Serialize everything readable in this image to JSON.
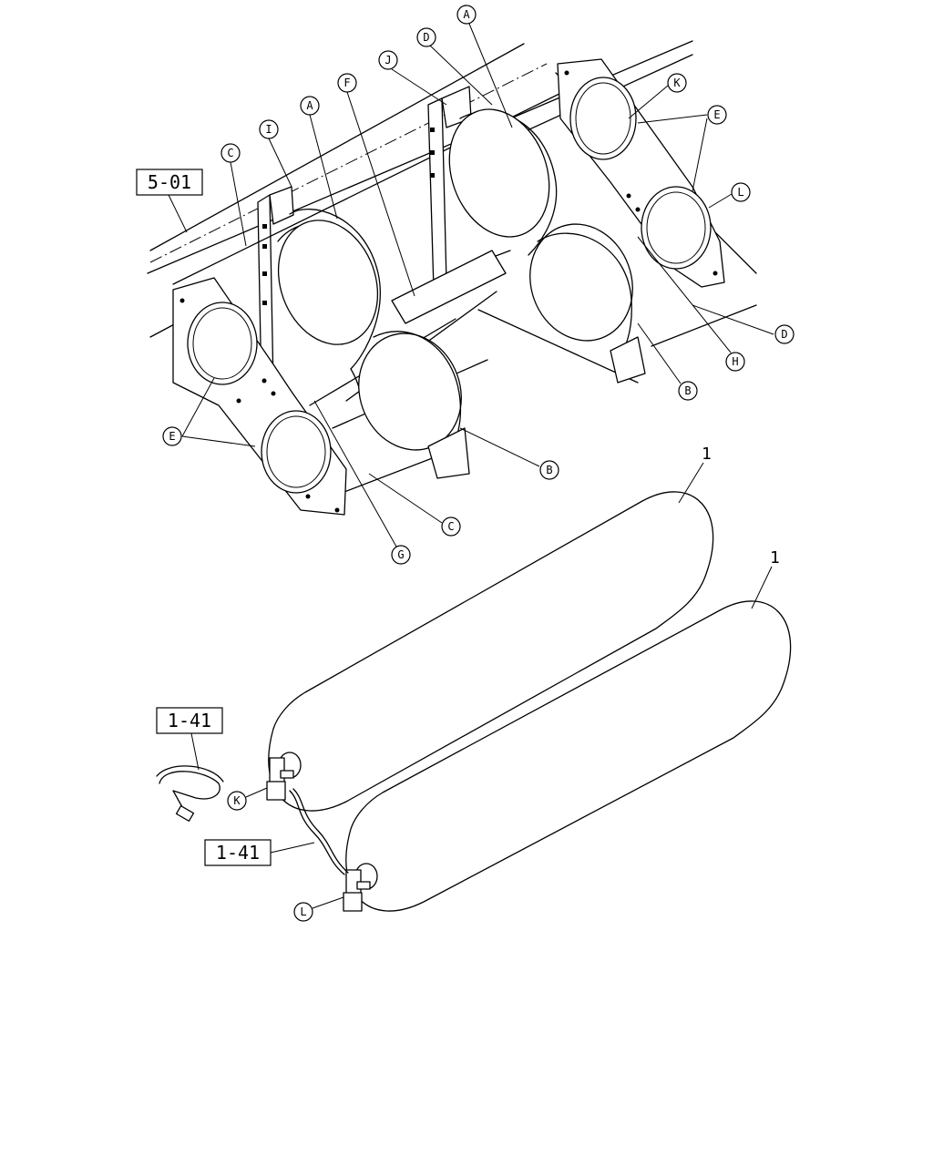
{
  "callouts": {
    "A1": "A",
    "A2": "A",
    "B1": "B",
    "B2": "B",
    "C1": "C",
    "C2": "C",
    "D1": "D",
    "D2": "D",
    "E1": "E",
    "E2": "E",
    "F": "F",
    "G": "G",
    "H": "H",
    "I": "I",
    "J": "J",
    "K1": "K",
    "K2": "K",
    "L1": "L",
    "L2": "L"
  },
  "refs": {
    "frame": "5-01",
    "pipe_upper": "1-41",
    "pipe_lower": "1-41"
  },
  "parts": {
    "tank_upper": "1",
    "tank_lower": "1"
  }
}
